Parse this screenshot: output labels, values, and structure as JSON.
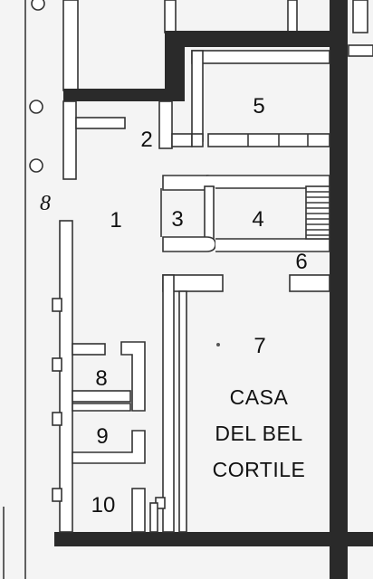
{
  "rooms": {
    "r1": "1",
    "r2": "2",
    "r3": "3",
    "r4": "4",
    "r5": "5",
    "r6": "6",
    "r7": "7",
    "r8": "8",
    "r9": "9",
    "r10": "10"
  },
  "entrance_label": "8",
  "house_name": {
    "line1": "CASA",
    "line2": "DEL BEL",
    "line3": "CORTILE"
  },
  "colors": {
    "background": "#f4f4f4",
    "wall_thick": "#2a2a2a",
    "wall_outline": "#333333"
  }
}
